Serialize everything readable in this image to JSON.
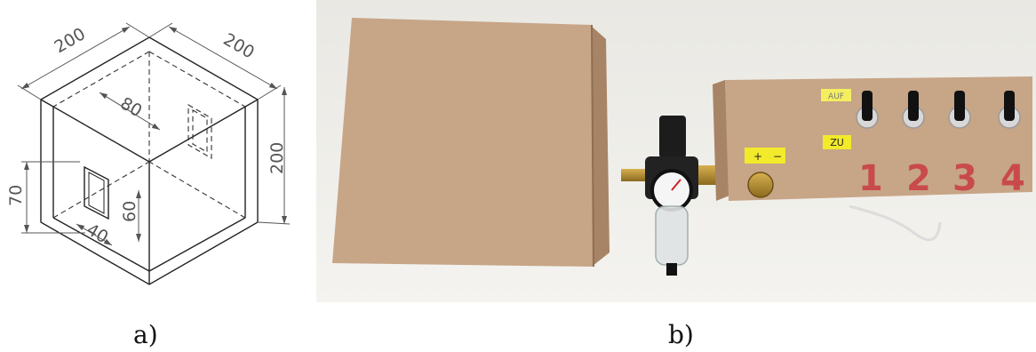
{
  "panel_a": {
    "caption": "a)",
    "dims": {
      "top_left": "200",
      "top_right": "200",
      "right_height": "200",
      "inner_width": "80",
      "left_height": "70",
      "bottom_width": "40",
      "slot_height": "60"
    }
  },
  "panel_b": {
    "caption": "b)",
    "label_zu": "ZU",
    "label_auf": "AUF",
    "label_plus": "+",
    "label_minus": "−",
    "valve_numbers": [
      "1",
      "2",
      "3",
      "4"
    ]
  },
  "colors": {
    "wall": "#eeece6",
    "mdf": "#c7a587",
    "mdf_dark": "#a88466",
    "label_yellow": "#f2ea2a",
    "number_red": "#c94a4a"
  }
}
